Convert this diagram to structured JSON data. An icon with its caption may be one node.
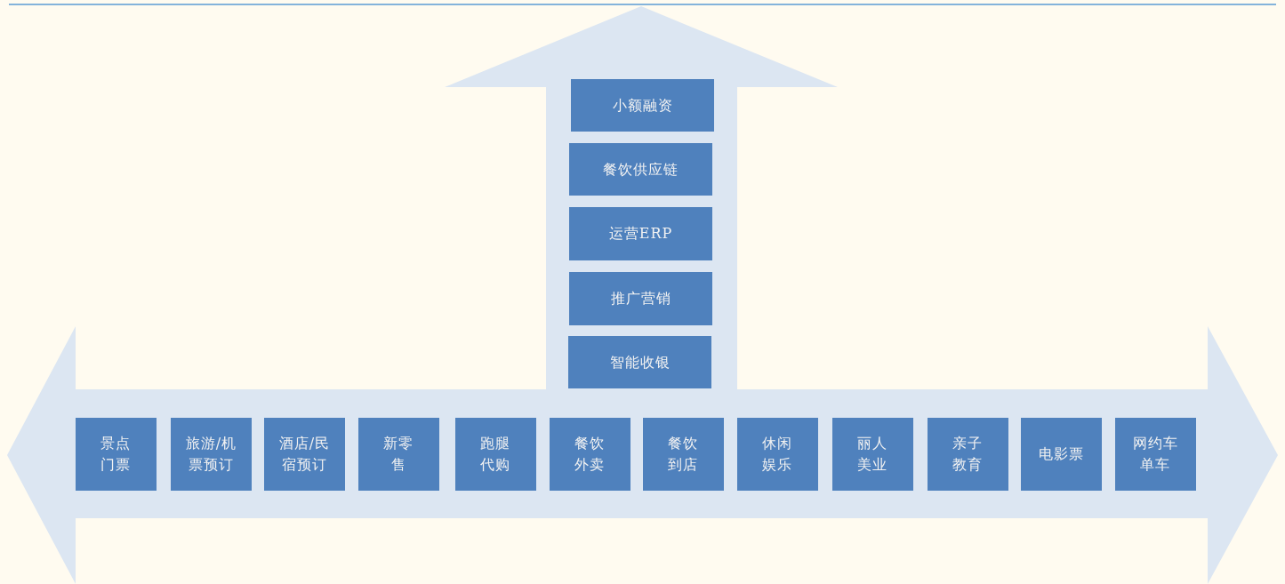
{
  "diagram": {
    "nodes": [
      {
        "text": [
          "小额融资"
        ]
      },
      {
        "text": [
          "餐饮供应链"
        ]
      },
      {
        "text": [
          "运营ERP"
        ]
      },
      {
        "text": [
          "推广营销"
        ]
      },
      {
        "text": [
          "智能收银"
        ]
      },
      {
        "text": [
          "景点门票"
        ]
      },
      {
        "text": [
          "旅游/机票预订"
        ]
      },
      {
        "text": [
          "酒店/民宿预订"
        ]
      },
      {
        "text": [
          "新零售"
        ]
      },
      {
        "text": [
          "跑腿代购"
        ]
      },
      {
        "text": [
          "餐饮外卖"
        ]
      },
      {
        "text": [
          "餐饮到店"
        ]
      },
      {
        "text": [
          "休闲娱乐"
        ]
      },
      {
        "text": [
          "丽人美业"
        ]
      },
      {
        "text": [
          "亲子教育"
        ]
      },
      {
        "text": [
          "电影票"
        ]
      },
      {
        "text": [
          "网约车单车"
        ]
      }
    ]
  }
}
